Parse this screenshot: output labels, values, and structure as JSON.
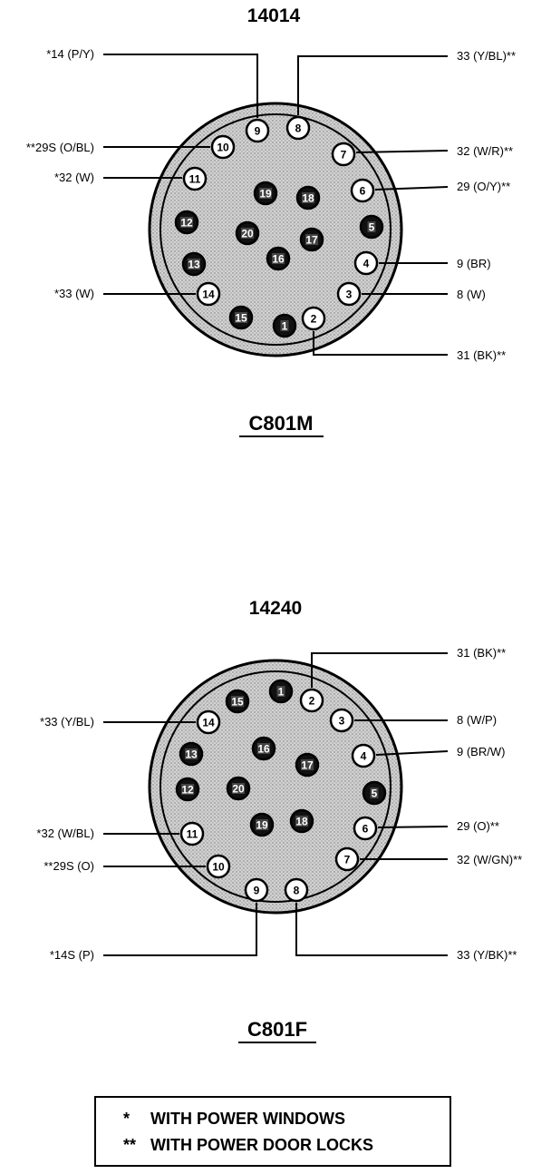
{
  "colors": {
    "ink": "#000000",
    "face": "#c8c8c8",
    "hole_dark": "#111111",
    "hole_light": "#ffffff"
  },
  "diagrams": [
    {
      "part_number": "14014",
      "connector": "C801M",
      "wires": [
        {
          "pin": "9",
          "label": "*14 (P/Y)"
        },
        {
          "pin": "8",
          "label": "33 (Y/BL)**"
        },
        {
          "pin": "10",
          "label": "**29S (O/BL)"
        },
        {
          "pin": "7",
          "label": "32 (W/R)**"
        },
        {
          "pin": "11",
          "label": "*32 (W)"
        },
        {
          "pin": "6",
          "label": "29 (O/Y)**"
        },
        {
          "pin": "4",
          "label": "9 (BR)"
        },
        {
          "pin": "14",
          "label": "*33 (W)"
        },
        {
          "pin": "3",
          "label": "8 (W)"
        },
        {
          "pin": "2",
          "label": "31 (BK)**"
        }
      ],
      "pins": [
        {
          "n": "1",
          "dark": true
        },
        {
          "n": "2",
          "dark": false
        },
        {
          "n": "3",
          "dark": false
        },
        {
          "n": "4",
          "dark": false
        },
        {
          "n": "5",
          "dark": true
        },
        {
          "n": "6",
          "dark": false
        },
        {
          "n": "7",
          "dark": false
        },
        {
          "n": "8",
          "dark": false
        },
        {
          "n": "9",
          "dark": false
        },
        {
          "n": "10",
          "dark": false
        },
        {
          "n": "11",
          "dark": false
        },
        {
          "n": "12",
          "dark": true
        },
        {
          "n": "13",
          "dark": true
        },
        {
          "n": "14",
          "dark": false
        },
        {
          "n": "15",
          "dark": true
        },
        {
          "n": "16",
          "dark": true
        },
        {
          "n": "17",
          "dark": true
        },
        {
          "n": "18",
          "dark": true
        },
        {
          "n": "19",
          "dark": true
        },
        {
          "n": "20",
          "dark": true
        }
      ]
    },
    {
      "part_number": "14240",
      "connector": "C801F",
      "wires": [
        {
          "pin": "2",
          "label": "31 (BK)**"
        },
        {
          "pin": "14",
          "label": "*33 (Y/BL)"
        },
        {
          "pin": "3",
          "label": "8 (W/P)"
        },
        {
          "pin": "4",
          "label": "9 (BR/W)"
        },
        {
          "pin": "11",
          "label": "*32 (W/BL)"
        },
        {
          "pin": "6",
          "label": "29 (O)**"
        },
        {
          "pin": "10",
          "label": "**29S (O)"
        },
        {
          "pin": "7",
          "label": "32 (W/GN)**"
        },
        {
          "pin": "9",
          "label": "*14S (P)"
        },
        {
          "pin": "8",
          "label": "33 (Y/BK)**"
        }
      ],
      "pins": [
        {
          "n": "1",
          "dark": true
        },
        {
          "n": "2",
          "dark": false
        },
        {
          "n": "3",
          "dark": false
        },
        {
          "n": "4",
          "dark": false
        },
        {
          "n": "5",
          "dark": true
        },
        {
          "n": "6",
          "dark": false
        },
        {
          "n": "7",
          "dark": false
        },
        {
          "n": "8",
          "dark": false
        },
        {
          "n": "9",
          "dark": false
        },
        {
          "n": "10",
          "dark": false
        },
        {
          "n": "11",
          "dark": false
        },
        {
          "n": "12",
          "dark": true
        },
        {
          "n": "13",
          "dark": true
        },
        {
          "n": "14",
          "dark": false
        },
        {
          "n": "15",
          "dark": true
        },
        {
          "n": "16",
          "dark": true
        },
        {
          "n": "17",
          "dark": true
        },
        {
          "n": "18",
          "dark": true
        },
        {
          "n": "19",
          "dark": true
        },
        {
          "n": "20",
          "dark": true
        }
      ]
    }
  ],
  "legend": [
    {
      "mark": "*",
      "text": "WITH POWER WINDOWS"
    },
    {
      "mark": "**",
      "text": "WITH POWER DOOR LOCKS"
    }
  ]
}
